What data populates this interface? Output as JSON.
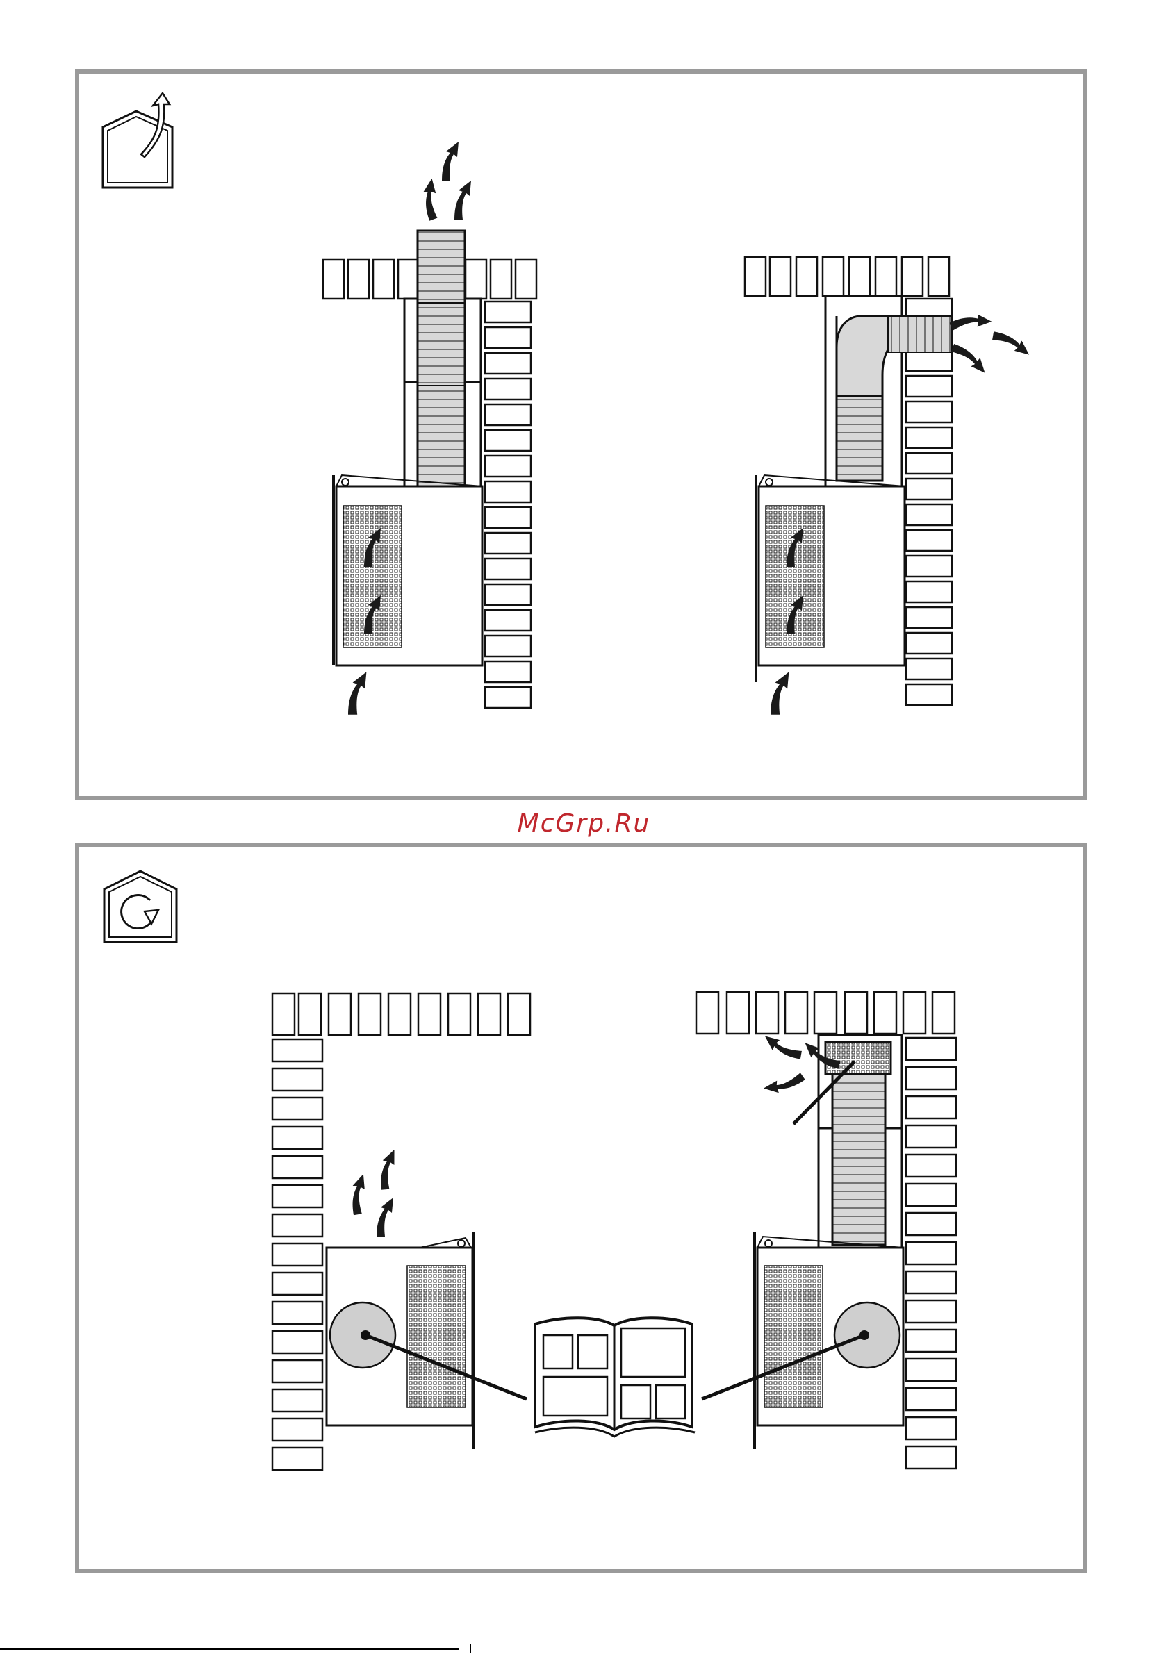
{
  "watermark": {
    "text": "McGrp.Ru",
    "color": "#c0272d"
  },
  "panels": [
    {
      "mode": "extraction",
      "icon": "house-vent-out-icon",
      "scenes": [
        "ducted-straight-up",
        "ducted-side-outlet"
      ]
    },
    {
      "mode": "recirculation",
      "icon": "house-recirculation-icon",
      "scenes": [
        "filter-hood-refer-manual",
        "recirculation-grille-refer-manual"
      ]
    }
  ],
  "colors": {
    "frame": "#9a9a9a",
    "line": "#1a1a1a",
    "filter_disc": "#cfcfcf",
    "duct_fill": "#d6d6d6"
  }
}
